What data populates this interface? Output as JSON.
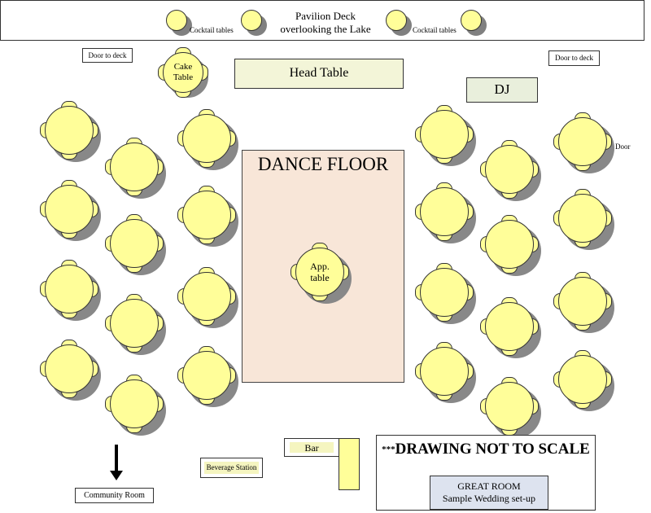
{
  "deck": {
    "title_line1": "Pavilion",
    "title_line2": "Deck",
    "title": "Pavilion Deck overlooking the Lake",
    "cocktail_label_left": "Cocktail tables",
    "cocktail_label_right": "Cocktail tables"
  },
  "doors": {
    "deck_left": "Door to deck",
    "deck_right": "Door to deck",
    "side_right": "Door"
  },
  "cake_table": {
    "line1": "Cake",
    "line2": "Table"
  },
  "head_table": "Head Table",
  "dj": "DJ",
  "dance_floor": "DANCE FLOOR",
  "app_table": {
    "line1": "App.",
    "line2": "table"
  },
  "bar": "Bar",
  "beverage_station": "Beverage Station",
  "community_room": "Community Room",
  "note": {
    "stars": "***",
    "text": "DRAWING NOT TO SCALE"
  },
  "great_room": {
    "line1": "GREAT ROOM",
    "line2": "Sample Wedding set-up"
  },
  "colors": {
    "table_fill": "#fffe99",
    "dance_floor": "#f8e6d8",
    "head_table": "#f3f5d8",
    "dj": "#e9efdc",
    "great_room": "#dde3ef"
  },
  "guest_tables": {
    "count": 24,
    "left_count": 12,
    "right_count": 12,
    "chairs_per_table": 4
  }
}
